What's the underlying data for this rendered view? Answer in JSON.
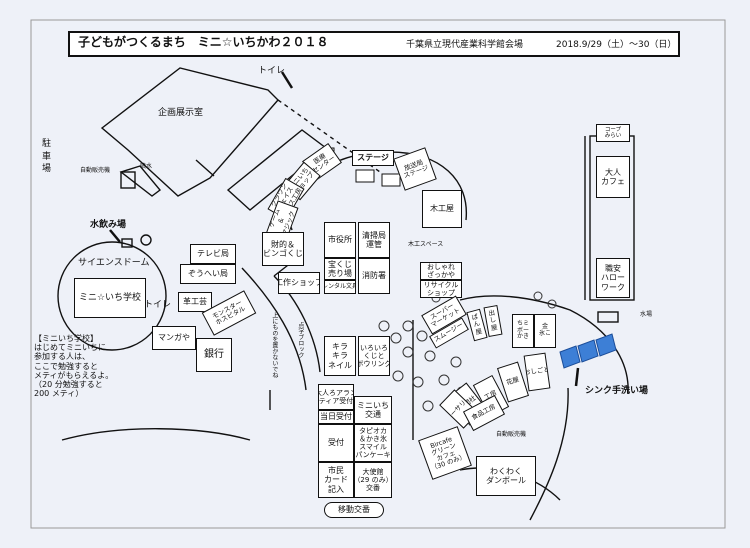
{
  "header": {
    "title": "子どもがつくるまち　ミニ☆いちかわ２０１８",
    "venue": "千葉県立現代産業科学館会場",
    "dates": "2018.9/29（土）～30（日）"
  },
  "labels": {
    "toilet_top": "トイレ",
    "exhibition_room": "企画展示室",
    "parking": "駐\n車\n場",
    "vending1": "自動販売機",
    "fountain": "噴水",
    "water_fountain": "水飲み場",
    "science_dome": "サイエンスドーム",
    "toilet_left": "トイレ",
    "water_place": "水場",
    "sink_area": "シンク手洗い場",
    "vending2": "自動販売機",
    "braille_block": "点字ブロック",
    "braille_note": "上にものを置かないでね",
    "wood_space": "木工スペース",
    "coop": "コープ\nみらい"
  },
  "school_note": {
    "title": "【ミニいち学校】",
    "lines": [
      "はじめてミニいちに",
      "参加する人は、",
      "ここで勉強すると",
      "メティがもらえるよ。",
      "（20 分勉強すると",
      "200 メティ）"
    ]
  },
  "booths": {
    "mini_school": "ミニ☆いち学校",
    "tv": "テレビ局",
    "soheikyoku": "ぞうへい局",
    "kogei": "革工芸",
    "manga": "マンガや",
    "bank": "銀行",
    "monster": "モンスター\nホスピタル",
    "stage": "ステージ",
    "housou": "放送局\nステージ",
    "mokkouya": "木工屋",
    "shiyakusho": "市役所",
    "seisou": "清掃局\n運管",
    "takarakuji": "宝くじ\n売り場",
    "shobo": "消防署",
    "kosakushop": "工作ショップ",
    "rental": "レンタル文具",
    "zaiteki": "財的＆\nビンゴくじ",
    "kirakira": "キラ\nキラ\nネイル",
    "iroiro": "いろいろ\nくじと\nボウリング",
    "otona_cafe": "大人\nカフェ",
    "shokuan": "職安\nハロー\nワーク",
    "oshare": "おしゃれ\nざっかや",
    "recycle": "リサイクル\nショップ",
    "otona_lottery": "大人ろアラン\nティア受付",
    "toujitsu": "当日受付",
    "mini_kotsu": "ミニいち\n交通",
    "uketsuke": "受付",
    "tapioca": "タピオカ\n＆かき氷\nスマイル\nパンケーキ",
    "shimin": "市民\nカード\n記入",
    "taishikan": "大使館\n（29 のみ）\n交番",
    "ido_koban": "移動交番",
    "bircafe": "Bircafe\nグリーン\nカフェ\n（30 のみ）",
    "wakuwaku": "わくわく\nダンボール",
    "p1": "医療\nセンター",
    "p2": "ミニいち\nショップ",
    "p3": "クラウン\nフェイス\nマンス工房",
    "p4": "ゲーム\n＆\nマジック",
    "r1": "スーパー\nマーケット",
    "r2": "スムージー",
    "r3": "ぱ\nん\n屋",
    "r4": "出\nし\n屋",
    "r5": "ちミ\nボー\nかき",
    "r6": "金\n氷こ",
    "s1": "おしごと",
    "s2": "花屋",
    "s3": "工房",
    "s4": "新聞社",
    "s5": "ナーサリー",
    "s6": "食品工房"
  }
}
